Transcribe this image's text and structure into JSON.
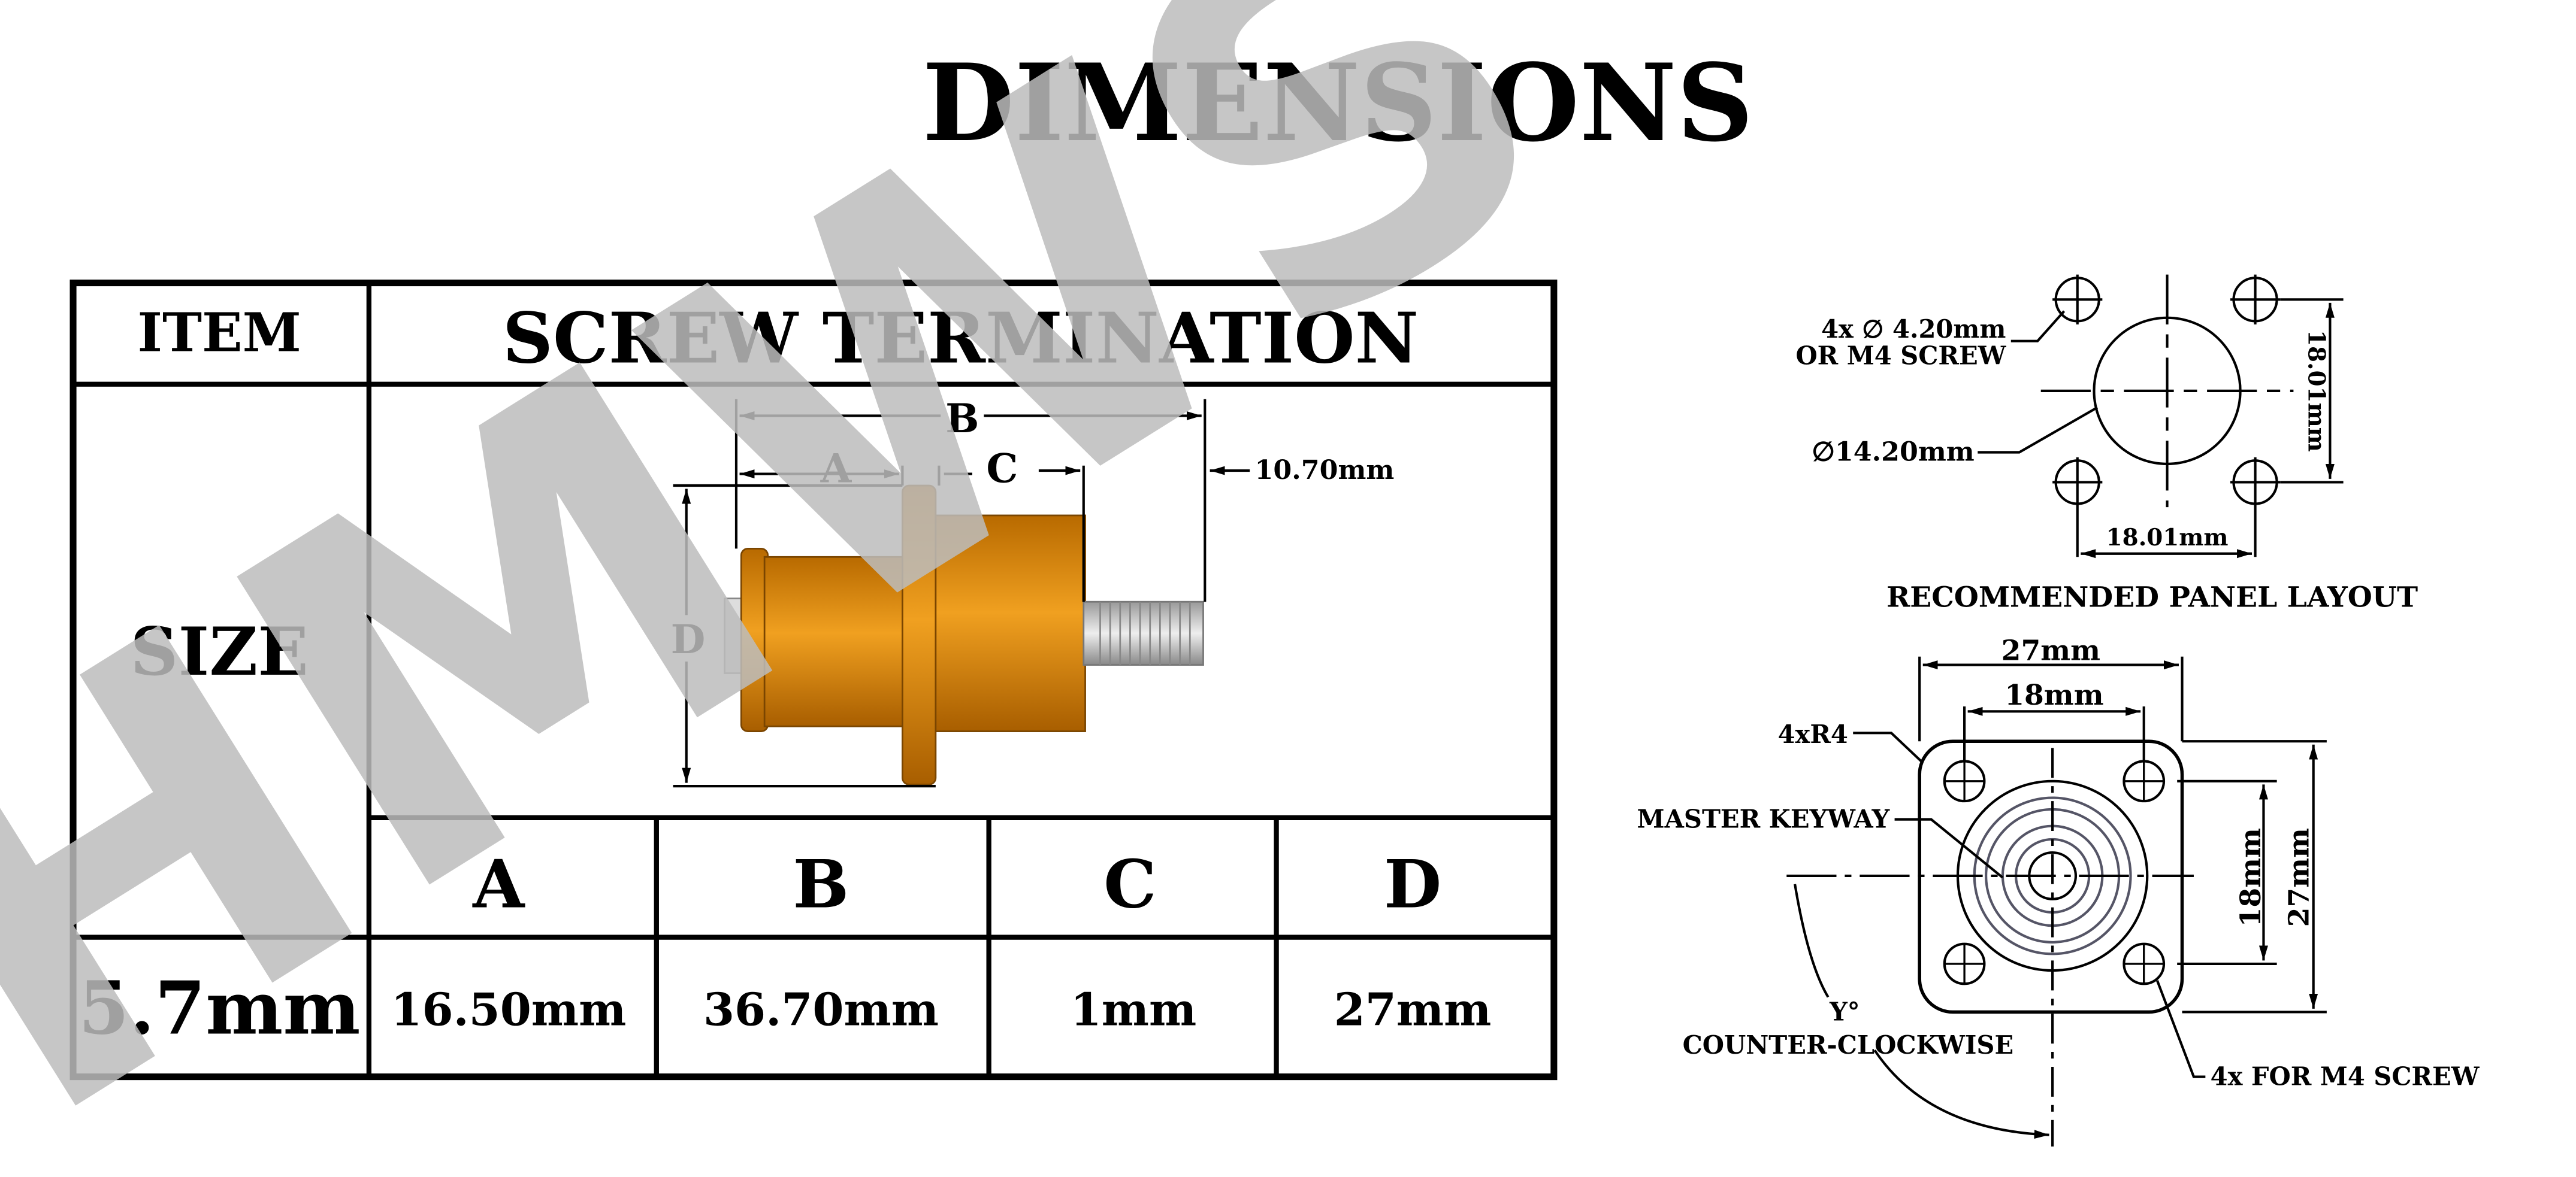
{
  "title": "DIMENSIONS",
  "watermark": "HMWS",
  "table": {
    "item_header": "ITEM",
    "termination_header": "SCREW TERMINATION",
    "size_label": "SIZE",
    "size_value": "5.7mm",
    "columns": [
      "A",
      "B",
      "C",
      "D"
    ],
    "values": [
      "16.50mm",
      "36.70mm",
      "1mm",
      "27mm"
    ],
    "drawing_labels": {
      "a": "A",
      "b": "B",
      "c": "C",
      "d": "D",
      "stud": "10.70mm"
    }
  },
  "panel_layout": {
    "hole_label_1": "4x ∅ 4.20mm",
    "hole_label_2": "OR M4 SCREW",
    "center_hole": "∅14.20mm",
    "vertical_spacing": "18.01mm",
    "horizontal_spacing": "18.01mm",
    "caption": "RECOMMENDED PANEL LAYOUT"
  },
  "front_view": {
    "outer_width": "27mm",
    "inner_width": "18mm",
    "corner_radius": "4xR4",
    "keyway": "MASTER KEYWAY",
    "inner_height": "18mm",
    "outer_height": "27mm",
    "angle": "Y°",
    "direction": "COUNTER-CLOCKWISE",
    "screw_note": "4x FOR M4 SCREW"
  },
  "colors": {
    "body": "#e8960c",
    "watermark": "#bdbdbd",
    "stud": "#c8c8c8"
  }
}
